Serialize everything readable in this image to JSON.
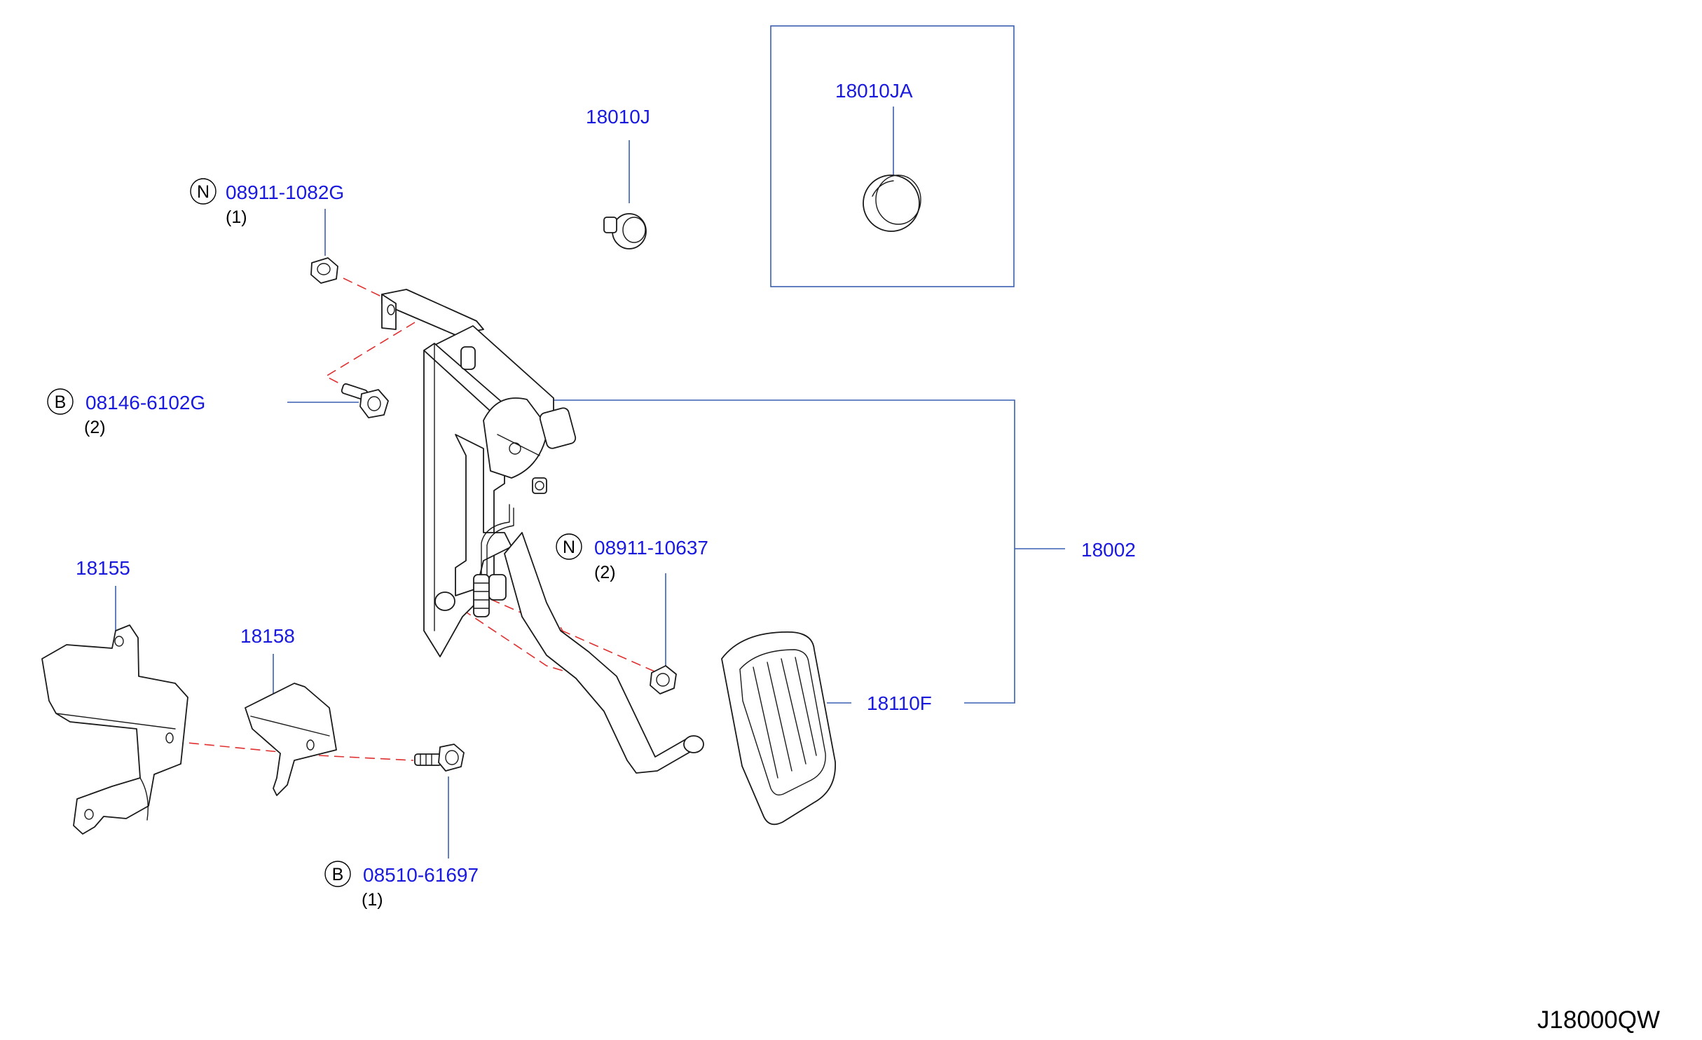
{
  "diagram_id": "J18000QW",
  "callouts": {
    "nut_top": {
      "badge": "N",
      "part_no": "08911-1082G",
      "qty": "(1)"
    },
    "bolt_bracket": {
      "badge": "B",
      "part_no": "08146-6102G",
      "qty": "(2)"
    },
    "nut_lower": {
      "badge": "N",
      "part_no": "08911-10637",
      "qty": "(2)"
    },
    "bolt_bottom": {
      "badge": "B",
      "part_no": "08510-61697",
      "qty": "(1)"
    },
    "stopper": {
      "part_no": "18010J"
    },
    "stopper_alt": {
      "part_no": "18010JA"
    },
    "pedal_assy": {
      "part_no": "18002"
    },
    "pedal_pad": {
      "part_no": "18110F"
    },
    "bracket_large": {
      "part_no": "18155"
    },
    "bracket_small": {
      "part_no": "18158"
    }
  },
  "colors": {
    "part_number": "#1a1adf",
    "leader": "#3a5fb0",
    "mating_line": "#e03030"
  }
}
